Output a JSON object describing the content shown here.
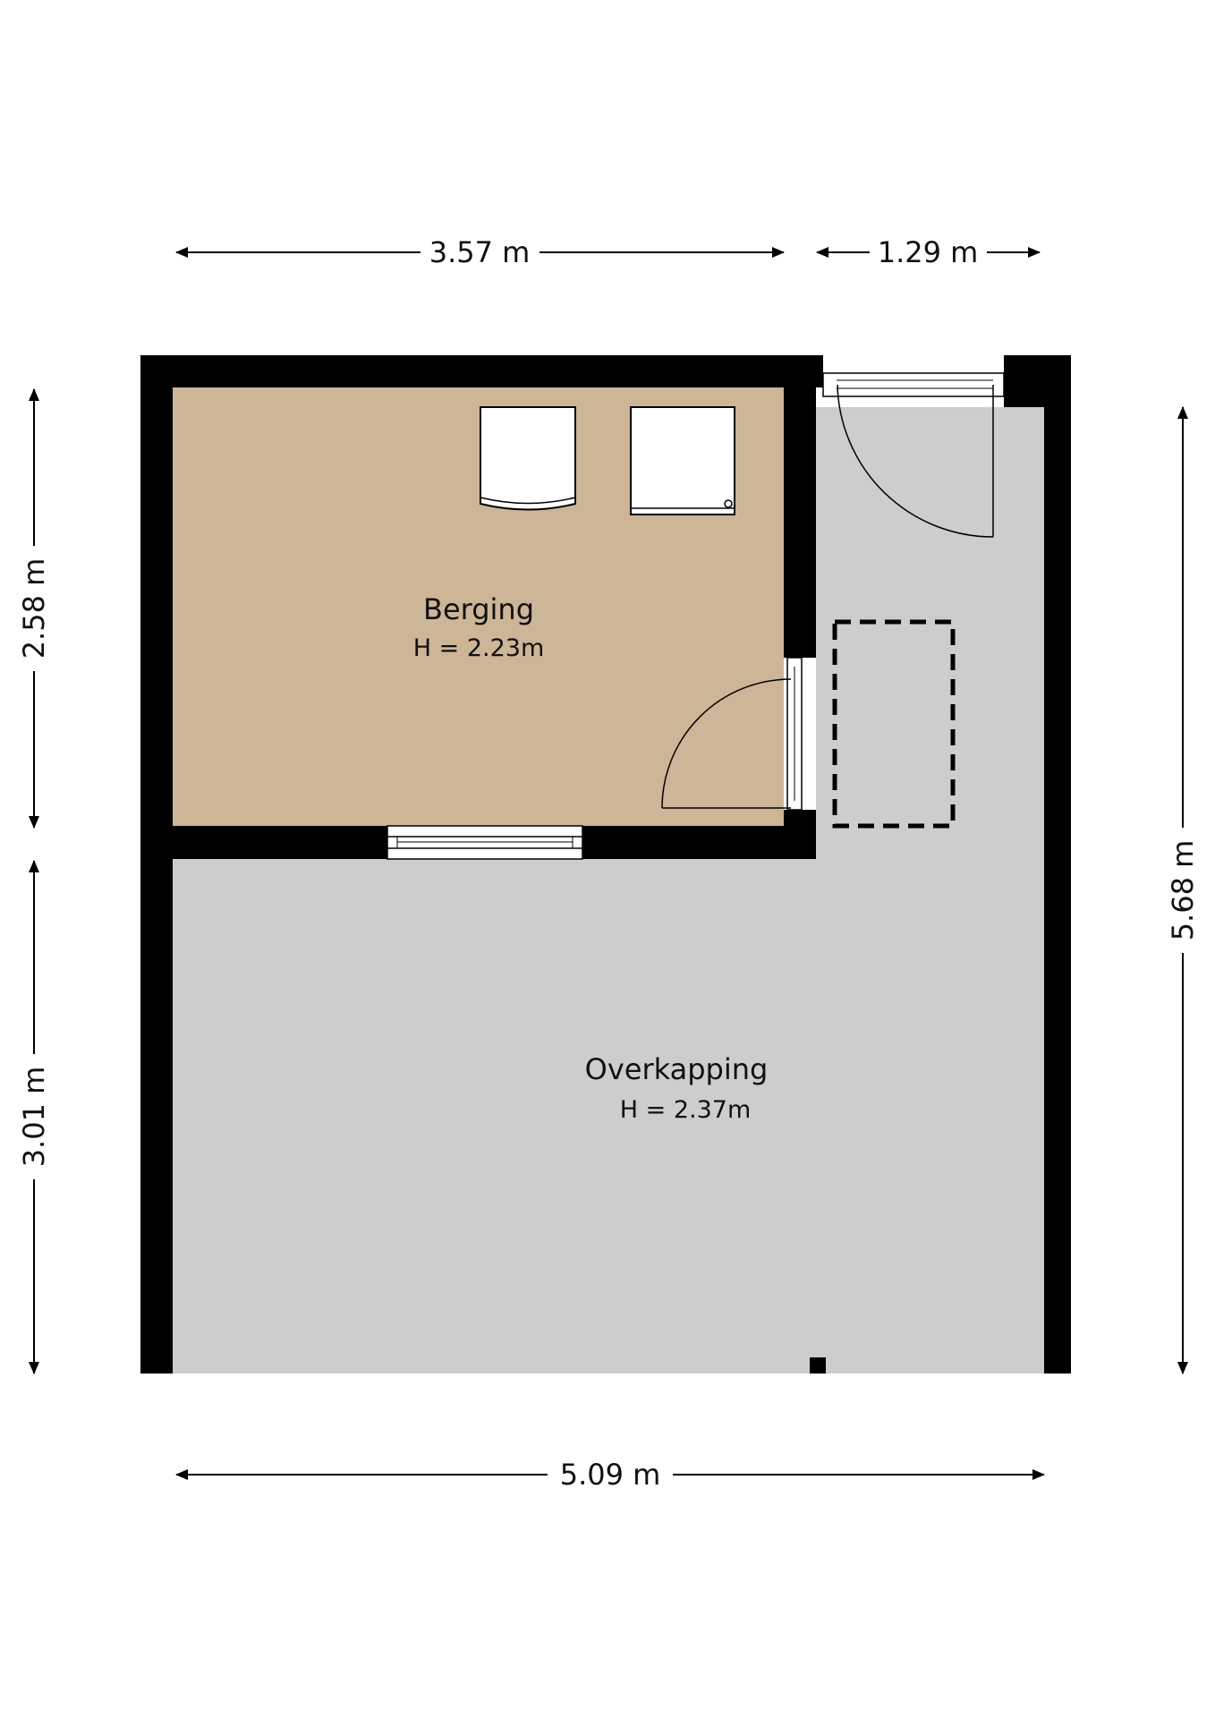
{
  "colors": {
    "wall": "#000000",
    "berging_floor": "#cdb597",
    "overkapping_floor": "#cdcdcd",
    "background": "#ffffff"
  },
  "rooms": [
    {
      "name": "Berging",
      "height": "H = 2.23m"
    },
    {
      "name": "Overkapping",
      "height": "H = 2.37m"
    }
  ],
  "dimensions": {
    "top_left": "3.57 m",
    "top_right": "1.29 m",
    "left_upper": "2.58 m",
    "left_lower": "3.01 m",
    "right_full": "5.68 m",
    "bottom": "5.09 m"
  },
  "icons": [
    "washing-machine-icon",
    "dryer-icon",
    "door-swing-icon",
    "window-icon",
    "dashed-fixture-icon",
    "post-icon"
  ]
}
